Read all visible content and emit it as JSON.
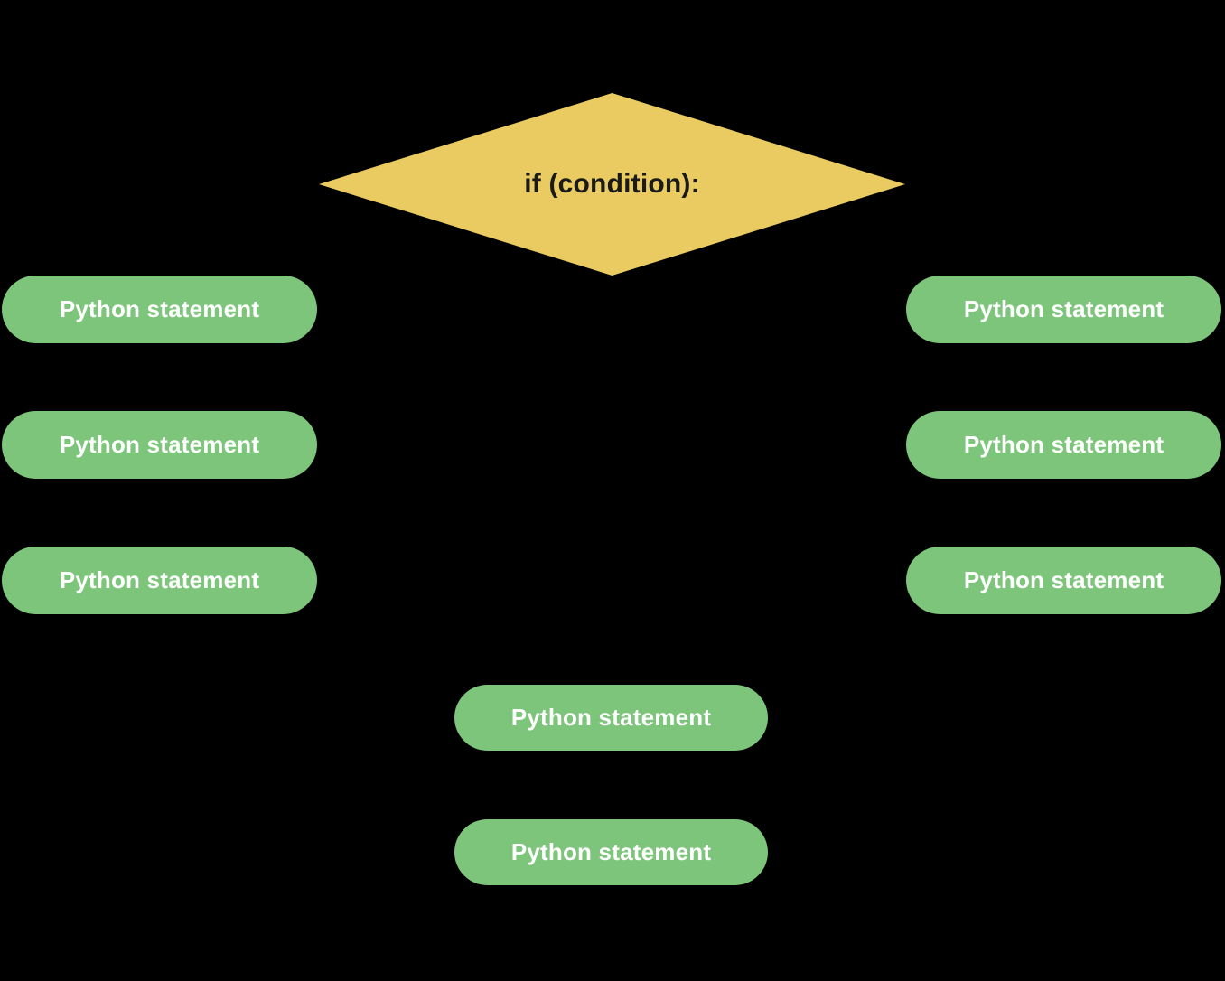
{
  "colors": {
    "background": "#000000",
    "decision_fill": "#E9CB61",
    "decision_text": "#1A1A1A",
    "statement_fill": "#7CC57A",
    "statement_text": "#FFFFFF"
  },
  "decision": {
    "label": "if (condition):"
  },
  "nodes": {
    "left": [
      {
        "label": "Python statement"
      },
      {
        "label": "Python statement"
      },
      {
        "label": "Python statement"
      }
    ],
    "right": [
      {
        "label": "Python statement"
      },
      {
        "label": "Python statement"
      },
      {
        "label": "Python statement"
      }
    ],
    "center": [
      {
        "label": "Python statement"
      },
      {
        "label": "Python statement"
      }
    ]
  }
}
